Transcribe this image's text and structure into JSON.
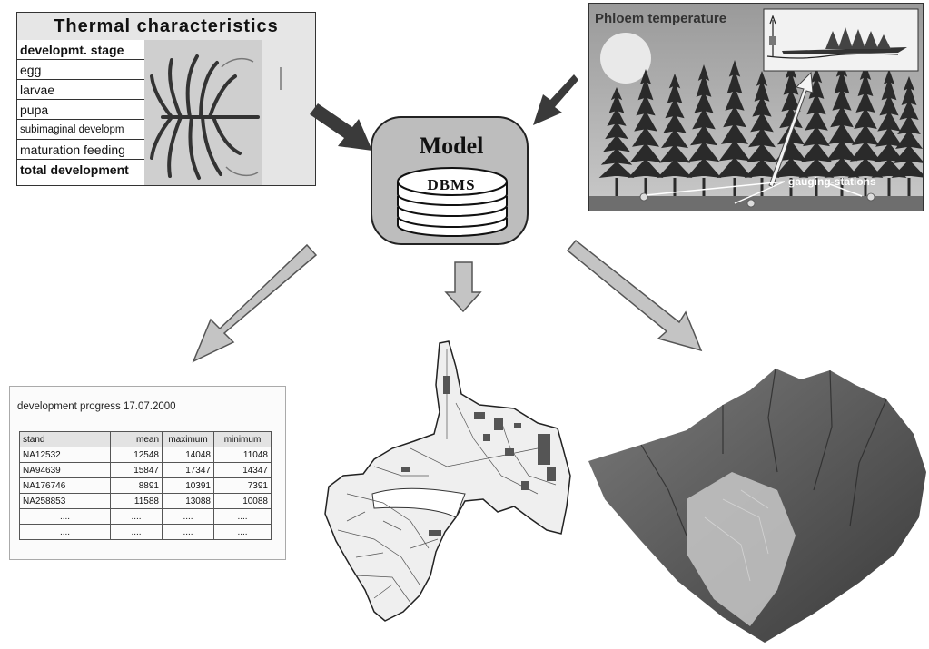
{
  "thermal": {
    "title": "Thermal characteristics",
    "rows": [
      {
        "label": "developmt. stage"
      },
      {
        "label": "egg"
      },
      {
        "label": "larvae"
      },
      {
        "label": "pupa"
      },
      {
        "label": "subimaginal developm"
      },
      {
        "label": "maturation feeding"
      },
      {
        "label": "total development"
      }
    ]
  },
  "phloem": {
    "title": "Phloem temperature",
    "gauging_label": "gauging-stations"
  },
  "model": {
    "title": "Model",
    "db_label": "DBMS"
  },
  "progress": {
    "title": "development progress 17.07.2000",
    "headers": [
      "stand",
      "mean",
      "maximum",
      "minimum"
    ],
    "rows": [
      [
        "NA12532",
        "12548",
        "14048",
        "11048"
      ],
      [
        "NA94639",
        "15847",
        "17347",
        "14347"
      ],
      [
        "NA176746",
        "8891",
        "10391",
        "7391"
      ],
      [
        "NA258853",
        "11588",
        "13088",
        "10088"
      ],
      [
        "....",
        "....",
        "....",
        "...."
      ],
      [
        "....",
        "....",
        "....",
        "...."
      ]
    ]
  },
  "colors": {
    "dark_arrow": "#3a3a3a",
    "light_arrow": "#c4c4c4",
    "model_fill": "#bdbdbd"
  }
}
